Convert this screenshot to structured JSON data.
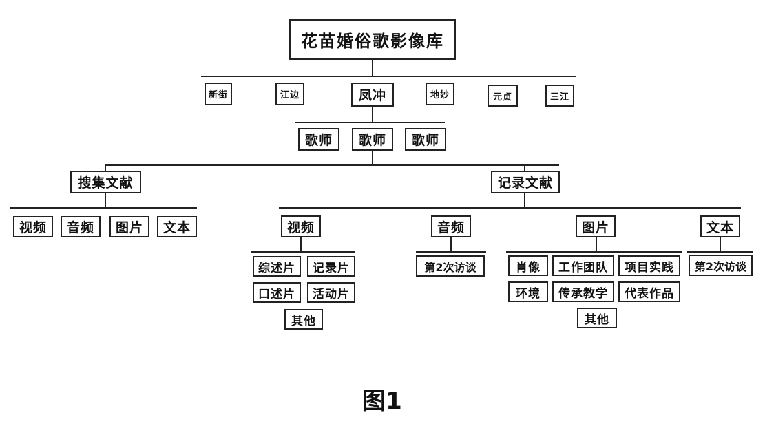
{
  "root": "花苗婚俗歌影像库",
  "villages": [
    "新街",
    "江边",
    "凤冲",
    "地妙",
    "元贞",
    "三江"
  ],
  "singers": [
    "歌师",
    "歌师",
    "歌师"
  ],
  "categories": {
    "collected": {
      "label": "搜集文献",
      "items": [
        "视频",
        "音频",
        "图片",
        "文本"
      ]
    },
    "recorded": {
      "label": "记录文献",
      "video": {
        "label": "视频",
        "items": [
          "综述片",
          "记录片",
          "口述片",
          "活动片",
          "其他"
        ]
      },
      "audio": {
        "label": "音频",
        "items": [
          "第2次访谈"
        ]
      },
      "image": {
        "label": "图片",
        "items": [
          "肖像",
          "工作团队",
          "项目实践",
          "环境",
          "传承教学",
          "代表作品",
          "其他"
        ]
      },
      "text": {
        "label": "文本",
        "items": [
          "第2次访谈"
        ]
      }
    }
  },
  "caption": "图1"
}
